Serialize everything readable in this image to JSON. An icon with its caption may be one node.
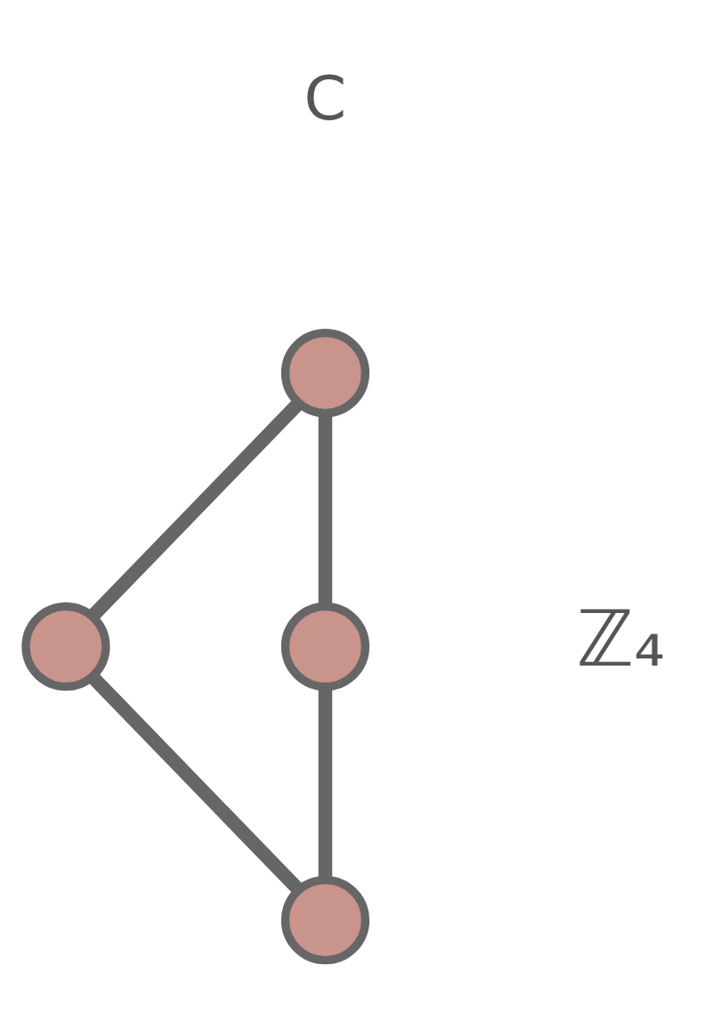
{
  "diagram": {
    "nodes": [
      {
        "text": [],
        "shape": "circle"
      },
      {
        "text": [],
        "shape": "circle"
      },
      {
        "text": [],
        "shape": "circle"
      },
      {
        "text": [],
        "shape": "circle"
      }
    ],
    "edges": [
      {
        "from": 0,
        "to": 1,
        "arrow": "none"
      },
      {
        "from": 0,
        "to": 2,
        "arrow": "none"
      },
      {
        "from": 1,
        "to": 3,
        "arrow": "none"
      },
      {
        "from": 2,
        "to": 3,
        "arrow": "none"
      }
    ],
    "labels": [
      "C",
      "ℤ₄"
    ]
  }
}
